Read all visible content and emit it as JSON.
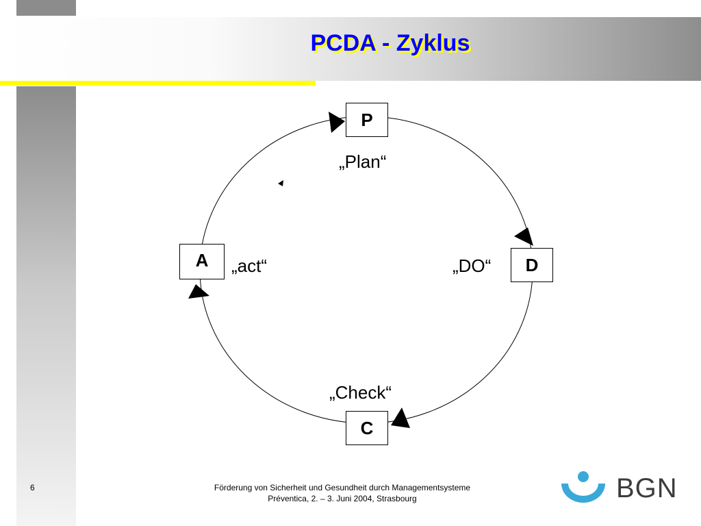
{
  "title": "PCDA - Zyklus",
  "nodes": {
    "p": {
      "letter": "P",
      "label": "„Plan“"
    },
    "d": {
      "letter": "D",
      "label": "„DO“"
    },
    "c": {
      "letter": "C",
      "label": "„Check“"
    },
    "a": {
      "letter": "A",
      "label": "„act“"
    }
  },
  "footer": {
    "page_number": "6",
    "line1": "Förderung von Sicherheit und Gesundheit durch Managementsysteme",
    "line2": "Préventica, 2. – 3. Juni 2004, Strasbourg"
  },
  "logo": {
    "text": "BGN",
    "color": "#3aa9d8"
  },
  "colors": {
    "title": "#0000ff",
    "title_shadow": "#ffff00",
    "accent_line": "#ffff00"
  }
}
